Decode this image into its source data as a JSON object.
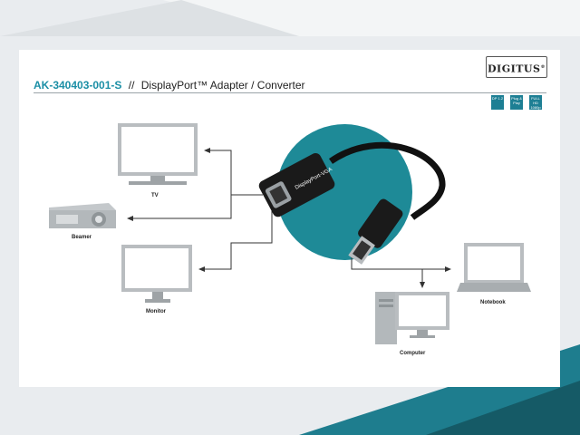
{
  "header": {
    "product_code": "AK-340403-001-S",
    "separator": "//",
    "product_name": "DisplayPort™ Adapter / Converter"
  },
  "logo": {
    "text": "DIGITUS",
    "registered": "®"
  },
  "badges": [
    {
      "icon": "usb-icon",
      "text": "DP 1.2"
    },
    {
      "icon": "plug-and-play-icon",
      "text": "Plug & Play"
    },
    {
      "icon": "full-hd-icon",
      "text": "FULL HD 1080p"
    }
  ],
  "devices": {
    "tv": "TV",
    "beamer": "Beamer",
    "monitor": "Monitor",
    "notebook": "Notebook",
    "computer": "Computer"
  },
  "adapter": {
    "text": "DisplayPort-VGA"
  },
  "colors": {
    "accent": "#1b8fa6",
    "teal_circle": "#1e8a97",
    "device_gray": "#b9bdc0"
  }
}
